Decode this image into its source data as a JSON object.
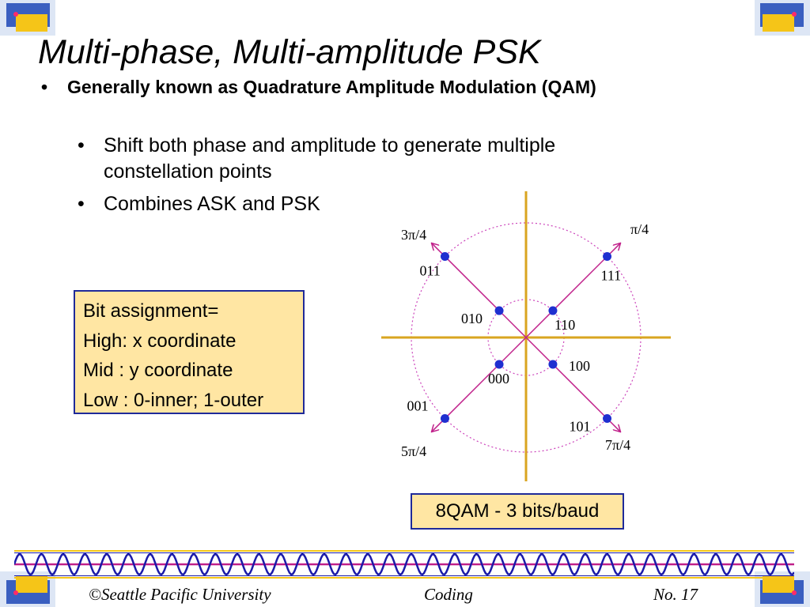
{
  "slide": {
    "title": "Multi-phase, Multi-amplitude PSK",
    "bullet_glyph": "•",
    "bullets": [
      {
        "text": "Generally known as Quadrature Amplitude Modulation (QAM)",
        "subs": [
          {
            "text": "Shift both phase and amplitude to generate multiple constellation points"
          },
          {
            "text": "Combines ASK and PSK"
          }
        ]
      }
    ]
  },
  "infobox": {
    "lines": [
      "Bit assignment=",
      "High: x coordinate",
      "Mid : y coordinate",
      "Low : 0-inner; 1-outer"
    ]
  },
  "caption": "8QAM - 3 bits/baud",
  "diagram": {
    "angle_labels": [
      "π/4",
      "3π/4",
      "5π/4",
      "7π/4"
    ],
    "points": [
      {
        "bits": "111",
        "angle_deg": 45,
        "ring": "outer"
      },
      {
        "bits": "011",
        "angle_deg": 135,
        "ring": "outer"
      },
      {
        "bits": "001",
        "angle_deg": 225,
        "ring": "outer"
      },
      {
        "bits": "101",
        "angle_deg": 315,
        "ring": "outer"
      },
      {
        "bits": "110",
        "angle_deg": 45,
        "ring": "inner"
      },
      {
        "bits": "010",
        "angle_deg": 135,
        "ring": "inner"
      },
      {
        "bits": "000",
        "angle_deg": 225,
        "ring": "inner"
      },
      {
        "bits": "100",
        "angle_deg": 315,
        "ring": "inner"
      }
    ],
    "colors": {
      "axis": "#d9a520",
      "vector": "#c0208a",
      "point": "#1f2fd0",
      "circle": "#cc44bb"
    }
  },
  "footer": {
    "left": "©Seattle Pacific University",
    "center": "Coding",
    "right": "No. 17"
  },
  "theme": {
    "navy": "#1f2a99",
    "gold": "#f5c518",
    "wave_blue": "#1a1aa8",
    "wave_red": "#c0208a",
    "box_fill": "#ffe6a3"
  }
}
